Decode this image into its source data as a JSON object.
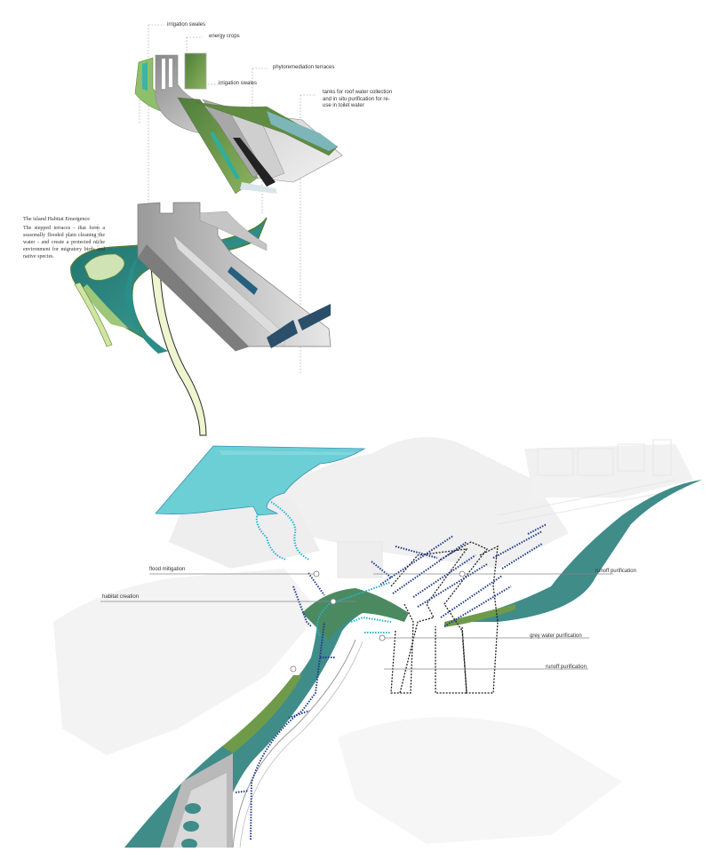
{
  "figure": {
    "top_diagram": {
      "name": "exploded axonometric of terraced structures",
      "labels": [
        {
          "id": "irrigation-swales-top",
          "text": "irrigation swales"
        },
        {
          "id": "energy-crops",
          "text": "energy crops"
        },
        {
          "id": "phytoremediation-terraces",
          "text": "phytoremediation terraces"
        },
        {
          "id": "irrigation-swales-mid",
          "text": "irrigation swales"
        },
        {
          "id": "tanks",
          "text": "tanks for roof water collection and in situ purification for re-use in toilet water"
        }
      ]
    },
    "middle_diagram": {
      "name": "island habitat axonometric",
      "note_title": "The island Habitat Emergence",
      "note_body": "The stepped terraces - that form a seasonally flooded plain cleaning the water - and create a protected niche environment for migratory birds and native species."
    },
    "bottom_map": {
      "name": "site water flow map",
      "labels": [
        {
          "id": "flood-mitigation",
          "text": "flood mitigation"
        },
        {
          "id": "habitat-creation",
          "text": "habitat creation"
        },
        {
          "id": "runoff-purification-1",
          "text": "runoff purification"
        },
        {
          "id": "grey-water-purification",
          "text": "grey water purification"
        },
        {
          "id": "runoff-purification-2",
          "text": "runoff purification"
        }
      ]
    },
    "colors": {
      "river_teal": "#3f8c89",
      "lake_cyan": "#6ccfd6",
      "green_terrace": "#6f9a4a",
      "arrow_navy": "#1f3a8a",
      "arrow_cyan": "#25b4d4",
      "concrete_grey": "#b8b8b8",
      "ghost_terrain": "#eeeeee"
    }
  }
}
